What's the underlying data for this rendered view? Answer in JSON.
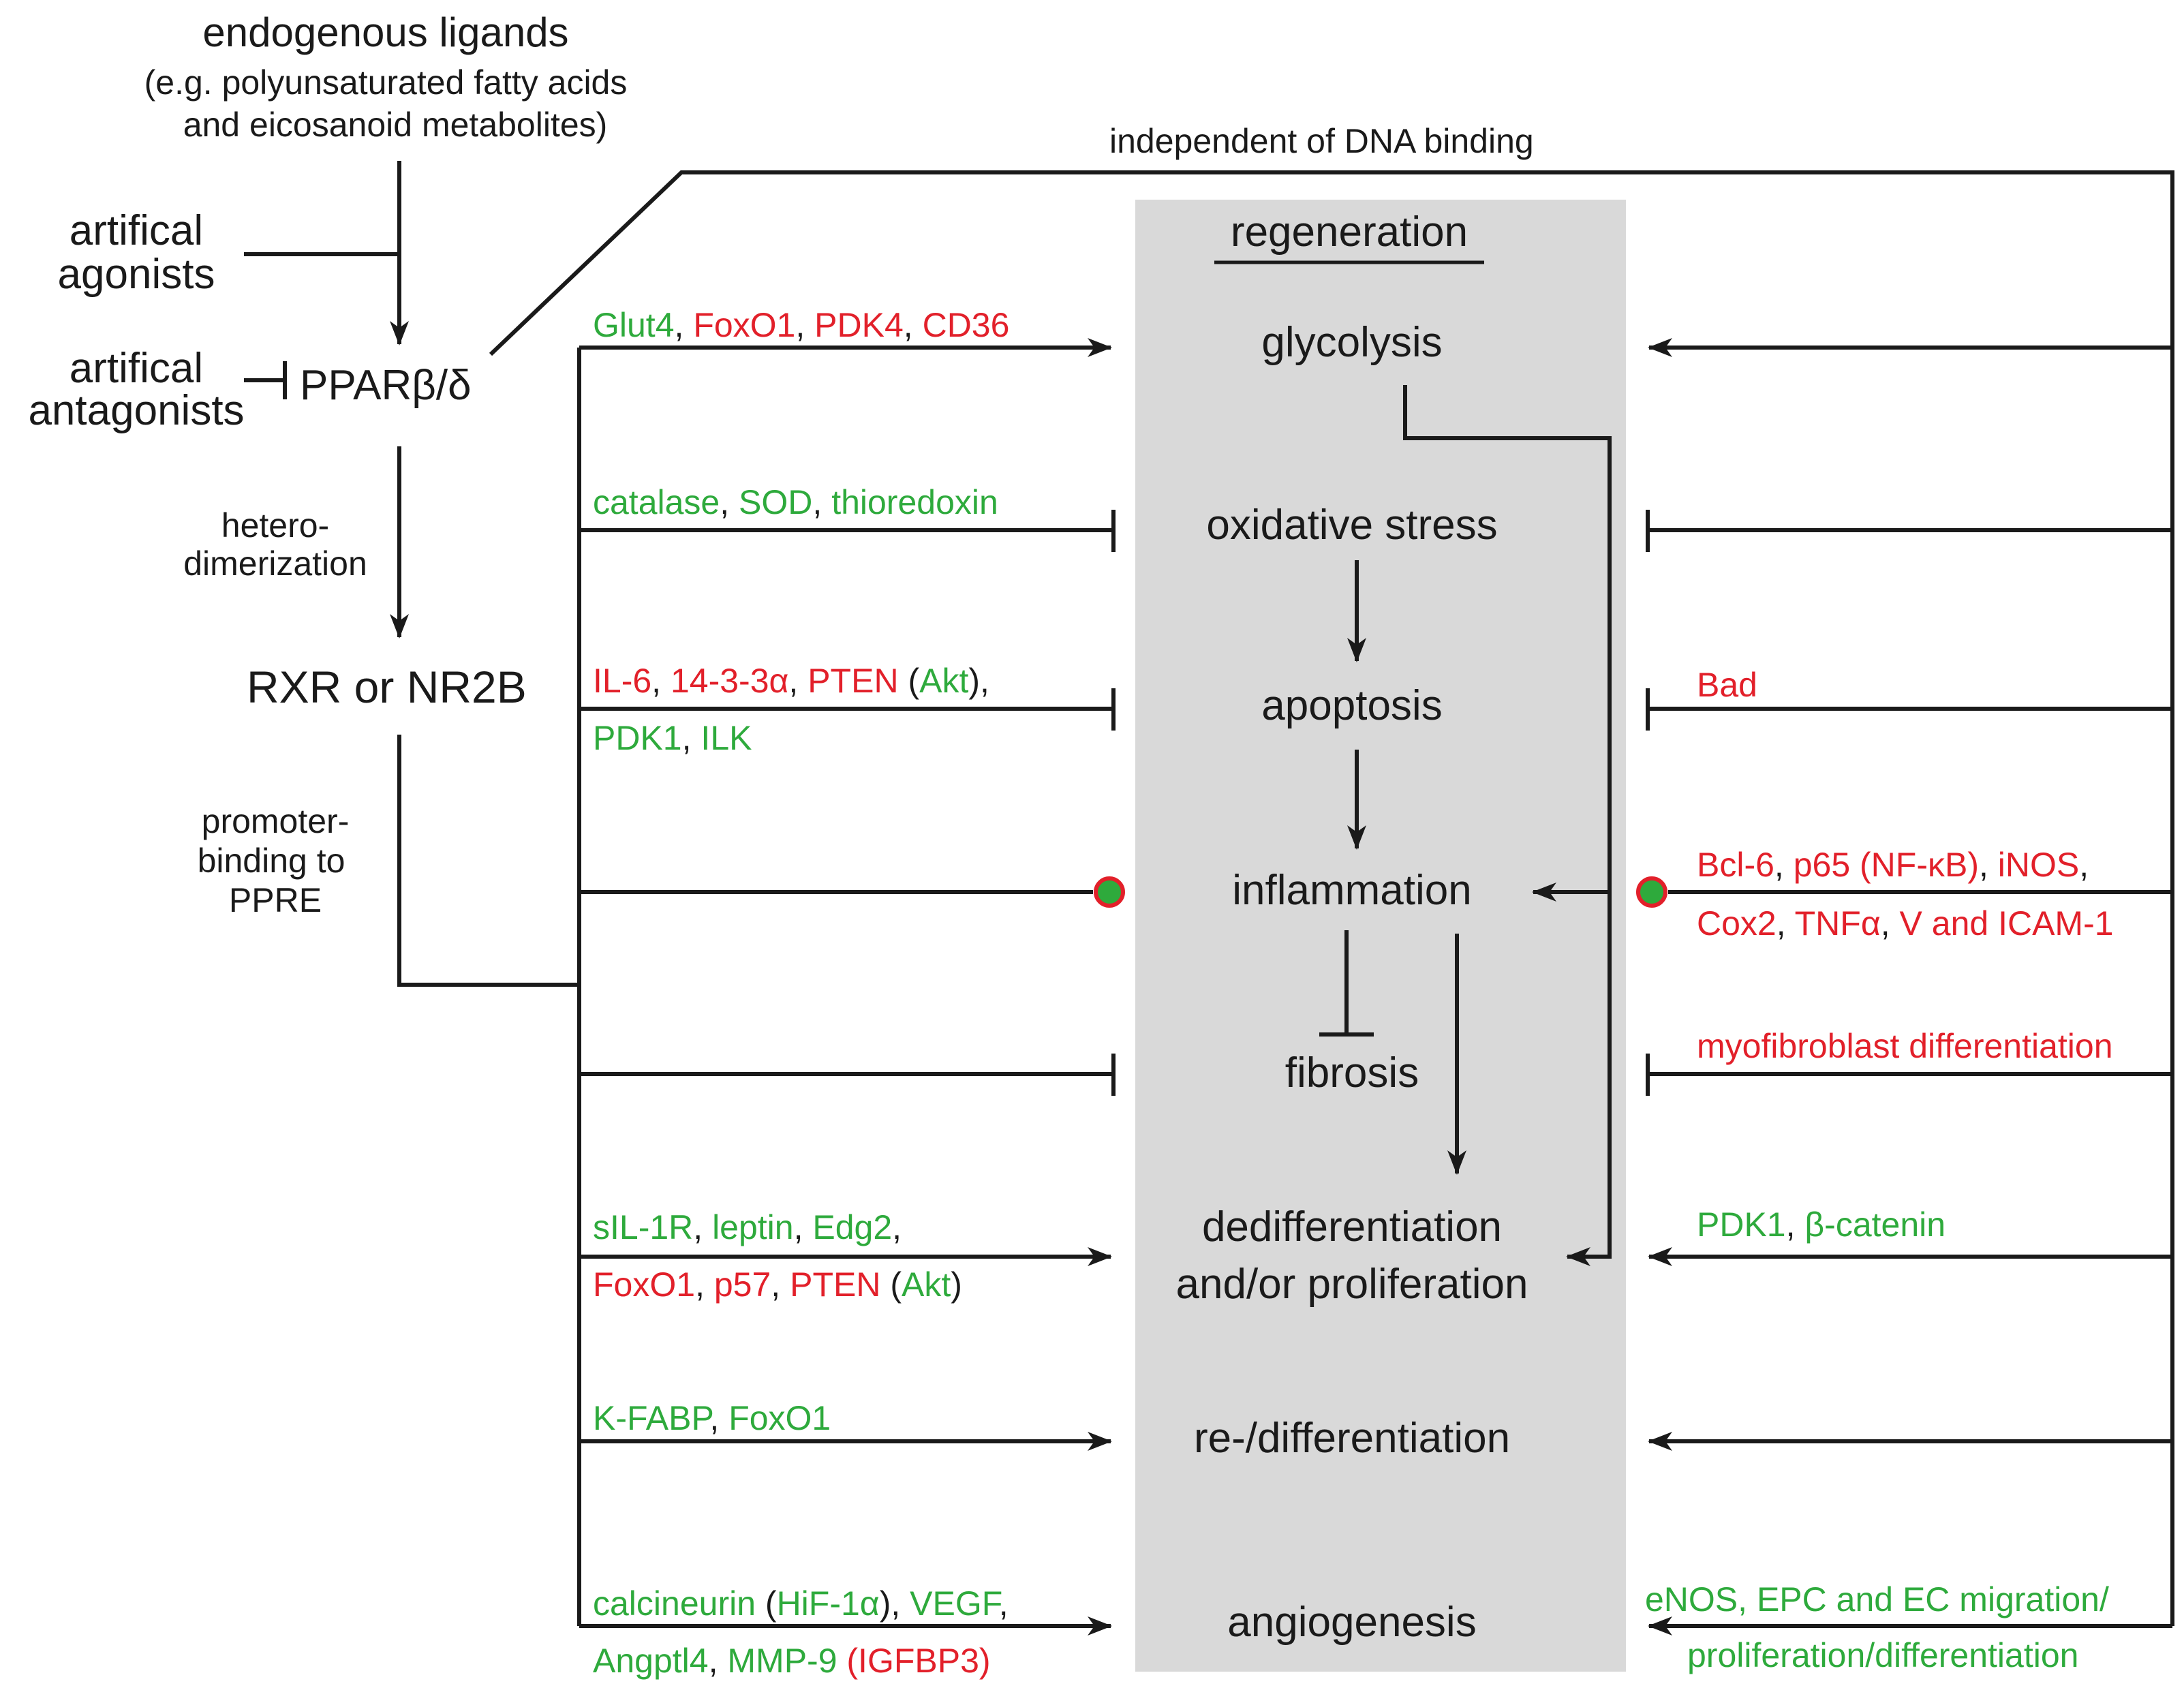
{
  "colors": {
    "stimulator": "#2eaa3c",
    "inhibitor": "#e2202a",
    "panel": "#d9d9d9",
    "line": "#1a1a1a"
  },
  "left": {
    "endogenous_title": "endogenous ligands",
    "endogenous_sub1": "(e.g. polyunsaturated fatty acids",
    "endogenous_sub2": "and eicosanoid metabolites)",
    "agonists_1": "artifical",
    "agonists_2": "agonists",
    "antagonists_1": "artifical",
    "antagonists_2": "antagonists",
    "ppar": "PPARβ/δ",
    "hetero_1": "hetero-",
    "hetero_2": "dimerization",
    "rxr": "RXR or NR2B",
    "promoter_1": "promoter-",
    "promoter_2": "binding to",
    "promoter_3": "PPRE"
  },
  "top_label": "independent of DNA binding",
  "center": {
    "header": "regeneration",
    "glycolysis": "glycolysis",
    "oxidative": "oxidative stress",
    "apoptosis": "apoptosis",
    "inflammation": "inflammation",
    "fibrosis": "fibrosis",
    "dediff_1": "dedifferentiation",
    "dediff_2": "and/or proliferation",
    "rediff": "re-/differentiation",
    "angio": "angiogenesis"
  },
  "genes_left": {
    "glut4": "Glut4",
    "foxo1_a": "FoxO1",
    "pdk4": "PDK4",
    "cd36": "CD36",
    "catalase": "catalase",
    "sod": "SOD",
    "thioredoxin": "thioredoxin",
    "il6": "IL-6",
    "p1433": "14-3-3α",
    "pten_a": "PTEN",
    "akt_a": "Akt",
    "pdk1_a": "PDK1",
    "ilk": "ILK",
    "sil1r": "sIL-1R",
    "leptin": "leptin",
    "edg2": "Edg2",
    "foxo1_b": "FoxO1",
    "p57": "p57",
    "pten_b": "PTEN",
    "akt_b": "Akt",
    "kfabp": "K-FABP",
    "foxo1_c": "FoxO1",
    "calcineurin": "calcineurin",
    "hif1a": "HiF-1α",
    "vegf": "VEGF",
    "angptl4": "Angptl4",
    "mmp9": "MMP-9",
    "igfbp3": "IGFBP3"
  },
  "genes_right": {
    "bad": "Bad",
    "bcl6": "Bcl-6",
    "p65": "p65 (NF-κB)",
    "inos": "iNOS",
    "cox2": "Cox2",
    "tnfa": "TNFα",
    "vicam": "V and ICAM-1",
    "myofib": "myofibroblast differentiation",
    "pdk1": "PDK1",
    "bcatenin": "β-catenin",
    "enos_1": "eNOS, EPC and EC migration/",
    "enos_2": "proliferation/differentiation"
  }
}
